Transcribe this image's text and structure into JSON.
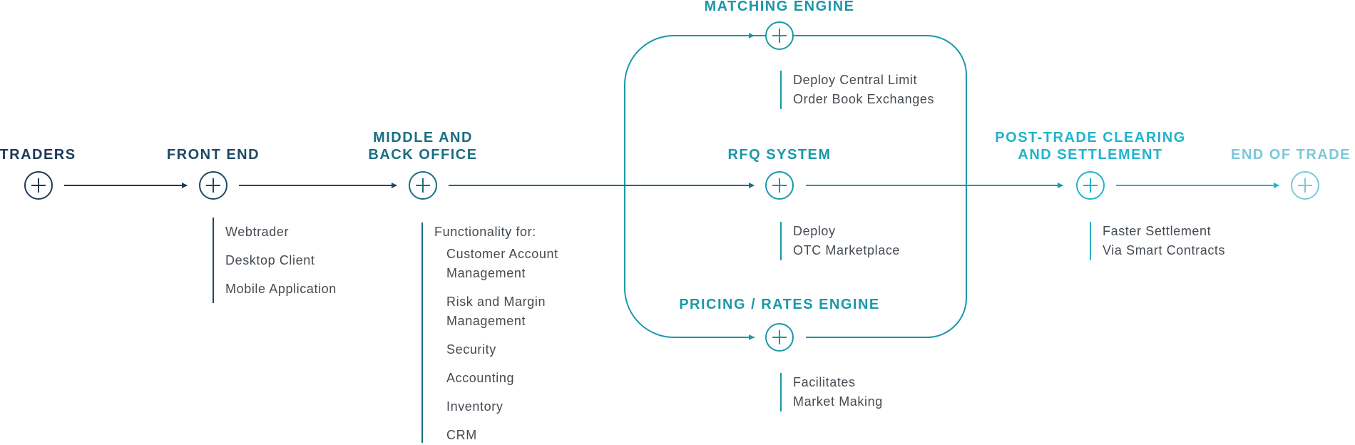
{
  "colors": {
    "traders": "#1d3a57",
    "front_end": "#1d4a64",
    "middle": "#1b6e83",
    "teal": "#1a98a8",
    "post": "#22b3cc",
    "end": "#7bc8d9",
    "text": "#444b52"
  },
  "stages": {
    "traders": {
      "title": [
        "TRADERS"
      ]
    },
    "front_end": {
      "title": [
        "FRONT END"
      ],
      "items": [
        "Webtrader",
        "Desktop Client",
        "Mobile Application"
      ]
    },
    "middle": {
      "title": [
        "MIDDLE AND",
        "BACK OFFICE"
      ],
      "intro": "Functionality for:",
      "items": [
        "Customer Account Management",
        "Risk and Margin Management",
        "Security",
        "Accounting",
        "Inventory",
        "CRM"
      ]
    },
    "matching": {
      "title": [
        "MATCHING ENGINE"
      ],
      "items": [
        "Deploy Central Limit",
        "Order Book Exchanges"
      ]
    },
    "rfq": {
      "title": [
        "RFQ SYSTEM"
      ],
      "items": [
        "Deploy",
        "OTC Marketplace"
      ]
    },
    "pricing": {
      "title": [
        "PRICING / RATES ENGINE"
      ],
      "items": [
        "Facilitates",
        "Market Making"
      ]
    },
    "post": {
      "title": [
        "POST-TRADE CLEARING",
        "AND SETTLEMENT"
      ],
      "items": [
        "Faster Settlement",
        "Via Smart Contracts"
      ]
    },
    "end": {
      "title": [
        "END OF TRADE"
      ]
    }
  }
}
